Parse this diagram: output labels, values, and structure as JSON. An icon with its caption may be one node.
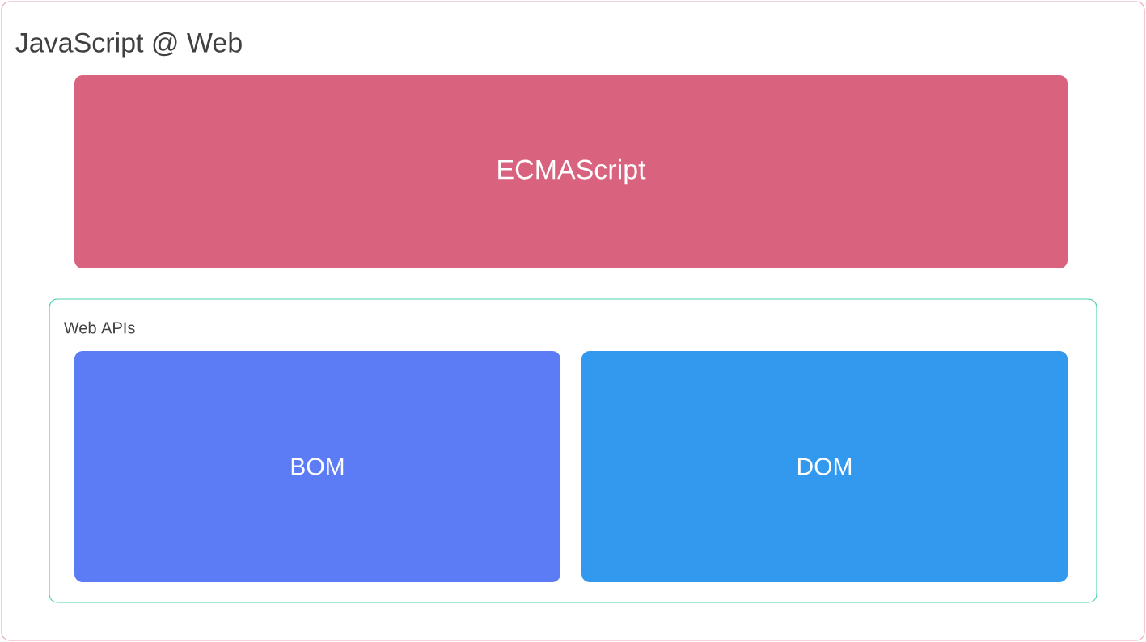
{
  "diagram": {
    "nodes": [
      {
        "text": [
          "JavaScript @ Web"
        ]
      },
      {
        "text": [
          "ECMAScript"
        ],
        "in": 0
      },
      {
        "text": [
          "Web APIs"
        ],
        "in": 0
      },
      {
        "text": [
          "BOM"
        ],
        "in": 2
      },
      {
        "text": [
          "DOM"
        ],
        "in": 2
      }
    ]
  }
}
